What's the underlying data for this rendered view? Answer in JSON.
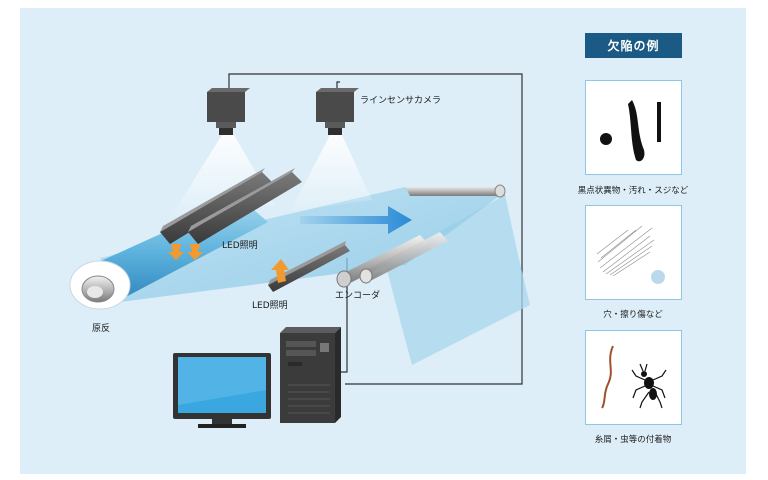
{
  "labels": {
    "camera": "ラインセンサカメラ",
    "led_top": "LED照明",
    "led_bottom": "LED照明",
    "encoder": "エンコーダ",
    "roll": "原反"
  },
  "defects": {
    "title": "欠陥の例",
    "items": [
      {
        "caption": "黒点状異物・汚れ・スジなど"
      },
      {
        "caption": "穴・擦り傷など"
      },
      {
        "caption": "糸屑・虫等の付着物"
      }
    ]
  },
  "colors": {
    "panel": "#ddeef8",
    "accent": "#1c5a86",
    "card_border": "#8ec7e4",
    "film": "#8fcbe6",
    "arrow": "#2a8ad6",
    "led_light": "#f39a2e",
    "insect_brown": "#a0522d"
  }
}
